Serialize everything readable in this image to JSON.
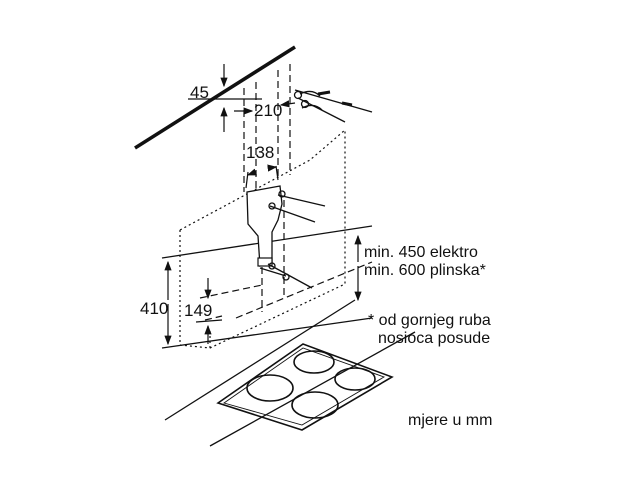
{
  "dimensions": {
    "d45": "45",
    "d210": "210",
    "d138": "138",
    "d410": "410",
    "d149": "149"
  },
  "notes": {
    "min_line1": "min. 450 elektro",
    "min_line2": "min. 600 plinska*",
    "footnote_line1": "* od gornjeg ruba",
    "footnote_line2": "nosioca posude",
    "units": "mjere u mm"
  },
  "colors": {
    "line": "#111111",
    "background": "#ffffff"
  }
}
